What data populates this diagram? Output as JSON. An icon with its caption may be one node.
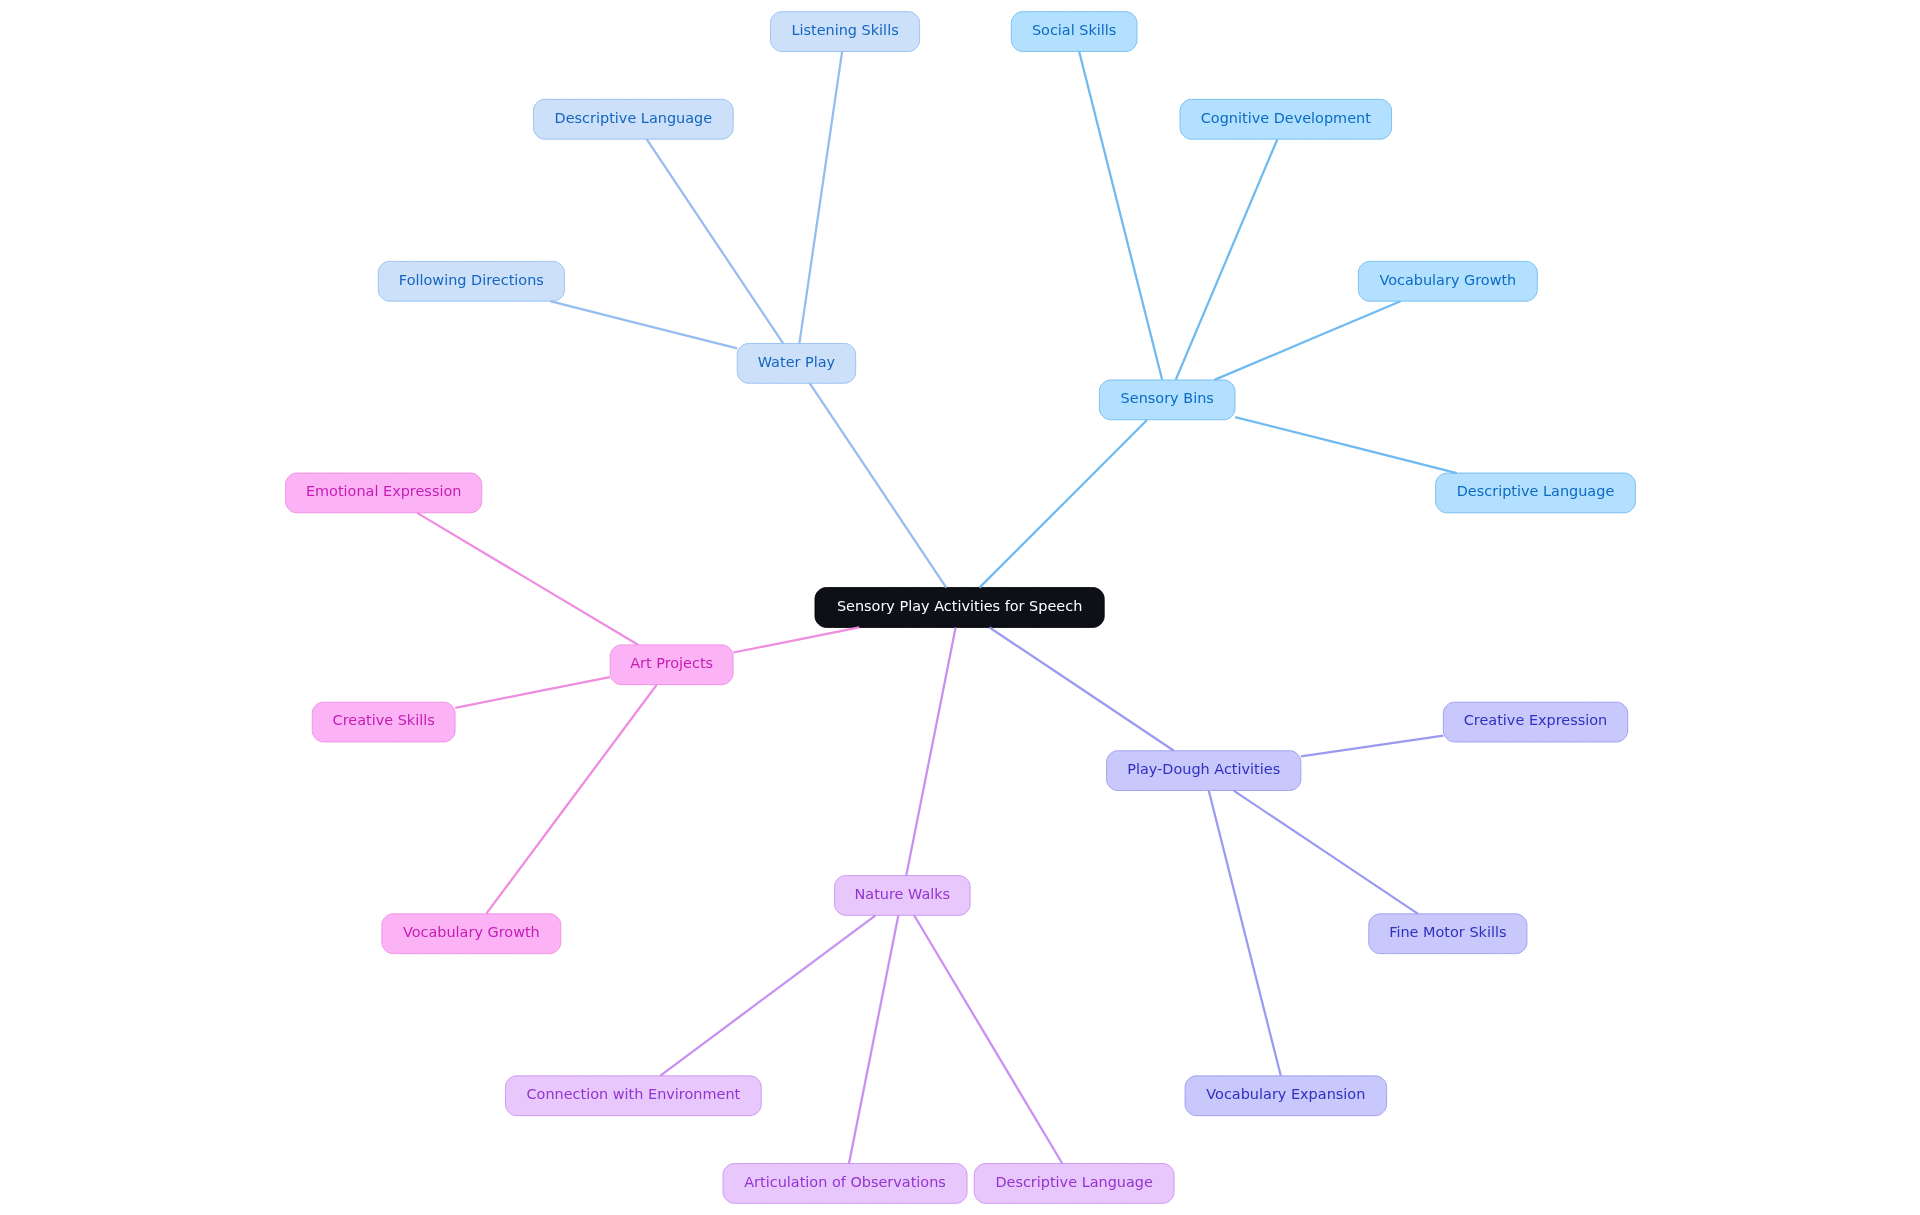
{
  "diagram": {
    "nodes": [
      {
        "text": [
          "Sensory Play Activities for Speech"
        ]
      },
      {
        "text": [
          "Sensory Bins"
        ]
      },
      {
        "text": [
          "Descriptive Language"
        ]
      },
      {
        "text": [
          "Vocabulary Growth"
        ]
      },
      {
        "text": [
          "Cognitive Development"
        ]
      },
      {
        "text": [
          "Social Skills"
        ]
      },
      {
        "text": [
          "Water Play"
        ]
      },
      {
        "text": [
          "Listening Skills"
        ]
      },
      {
        "text": [
          "Descriptive Language"
        ]
      },
      {
        "text": [
          "Following Directions"
        ]
      },
      {
        "text": [
          "Art Projects"
        ]
      },
      {
        "text": [
          "Emotional Expression"
        ]
      },
      {
        "text": [
          "Creative Skills"
        ]
      },
      {
        "text": [
          "Vocabulary Growth"
        ]
      },
      {
        "text": [
          "Nature Walks"
        ]
      },
      {
        "text": [
          "Connection with Environment"
        ]
      },
      {
        "text": [
          "Articulation of Observations"
        ]
      },
      {
        "text": [
          "Descriptive Language"
        ]
      },
      {
        "text": [
          "Play-Dough Activities"
        ]
      },
      {
        "text": [
          "Vocabulary Expansion"
        ]
      },
      {
        "text": [
          "Fine Motor Skills"
        ]
      },
      {
        "text": [
          "Creative Expression"
        ]
      }
    ],
    "edges": [
      {
        "from": 0,
        "to": 1,
        "arrow": "none",
        "color": "#6fbaf0"
      },
      {
        "from": 1,
        "to": 2,
        "arrow": "none",
        "color": "#6fbaf0"
      },
      {
        "from": 1,
        "to": 3,
        "arrow": "none",
        "color": "#6fbaf0"
      },
      {
        "from": 1,
        "to": 4,
        "arrow": "none",
        "color": "#6fbaf0"
      },
      {
        "from": 1,
        "to": 5,
        "arrow": "none",
        "color": "#6fbaf0"
      },
      {
        "from": 0,
        "to": 6,
        "arrow": "none",
        "color": "#94bdf0"
      },
      {
        "from": 6,
        "to": 7,
        "arrow": "none",
        "color": "#94bdf0"
      },
      {
        "from": 6,
        "to": 8,
        "arrow": "none",
        "color": "#94bdf0"
      },
      {
        "from": 6,
        "to": 9,
        "arrow": "none",
        "color": "#94bdf0"
      },
      {
        "from": 0,
        "to": 10,
        "arrow": "none",
        "color": "#f08ce0"
      },
      {
        "from": 10,
        "to": 11,
        "arrow": "none",
        "color": "#f08ce0"
      },
      {
        "from": 10,
        "to": 12,
        "arrow": "none",
        "color": "#f08ce0"
      },
      {
        "from": 10,
        "to": 13,
        "arrow": "none",
        "color": "#f08ce0"
      },
      {
        "from": 0,
        "to": 14,
        "arrow": "none",
        "color": "#c890f0"
      },
      {
        "from": 14,
        "to": 15,
        "arrow": "none",
        "color": "#c890f0"
      },
      {
        "from": 14,
        "to": 16,
        "arrow": "none",
        "color": "#c890f0"
      },
      {
        "from": 14,
        "to": 17,
        "arrow": "none",
        "color": "#c890f0"
      },
      {
        "from": 0,
        "to": 18,
        "arrow": "none",
        "color": "#9a9af0"
      },
      {
        "from": 18,
        "to": 19,
        "arrow": "none",
        "color": "#9a9af0"
      },
      {
        "from": 18,
        "to": 20,
        "arrow": "none",
        "color": "#9a9af0"
      },
      {
        "from": 18,
        "to": 21,
        "arrow": "none",
        "color": "#9a9af0"
      }
    ]
  }
}
